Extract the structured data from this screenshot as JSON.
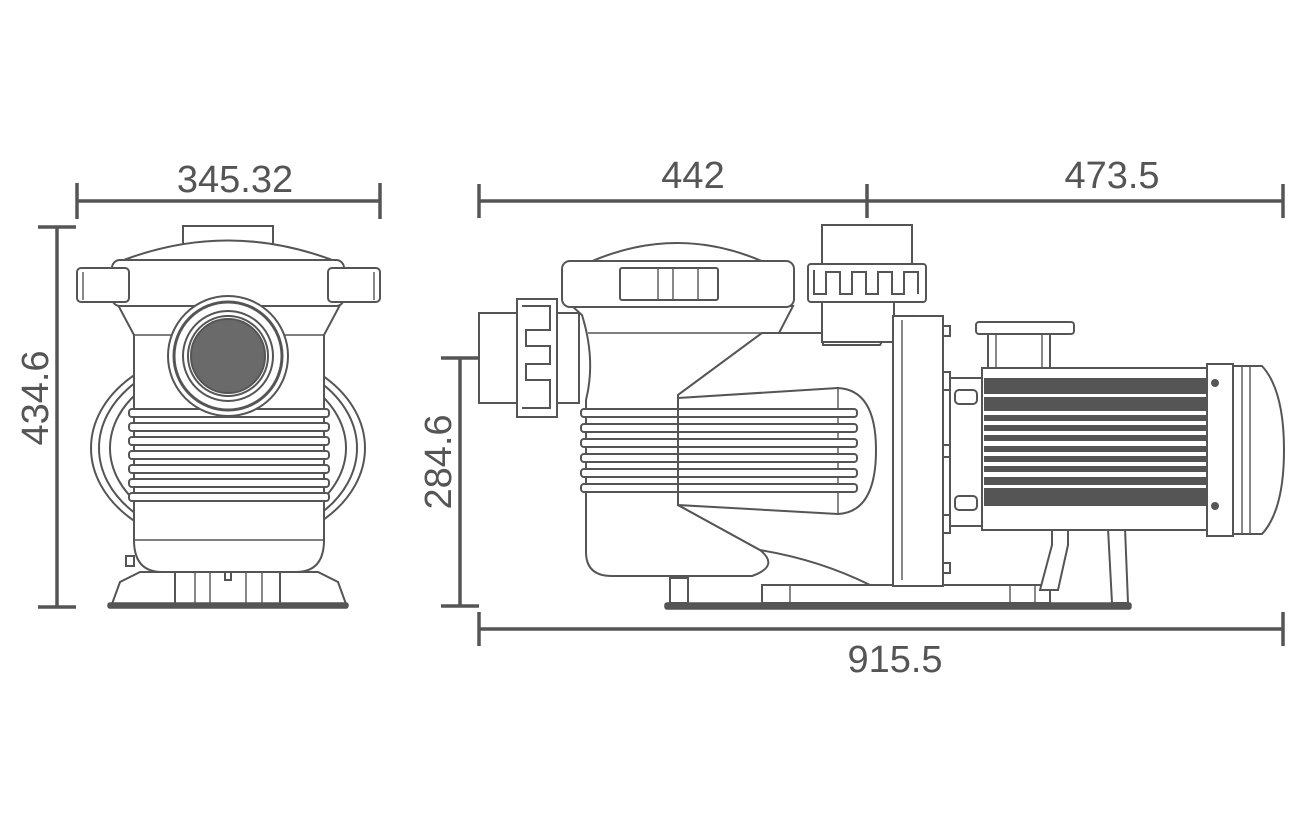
{
  "figure": {
    "subject": "Swimming pool pump dimension drawing",
    "line_color": "#555555",
    "background": "#ffffff"
  },
  "front_view": {
    "width_label": "345.32",
    "height_label": "434.6"
  },
  "side_view": {
    "left_segment_label": "442",
    "right_segment_label": "473.5",
    "total_length_label": "915.5",
    "inlet_height_label": "284.6"
  }
}
